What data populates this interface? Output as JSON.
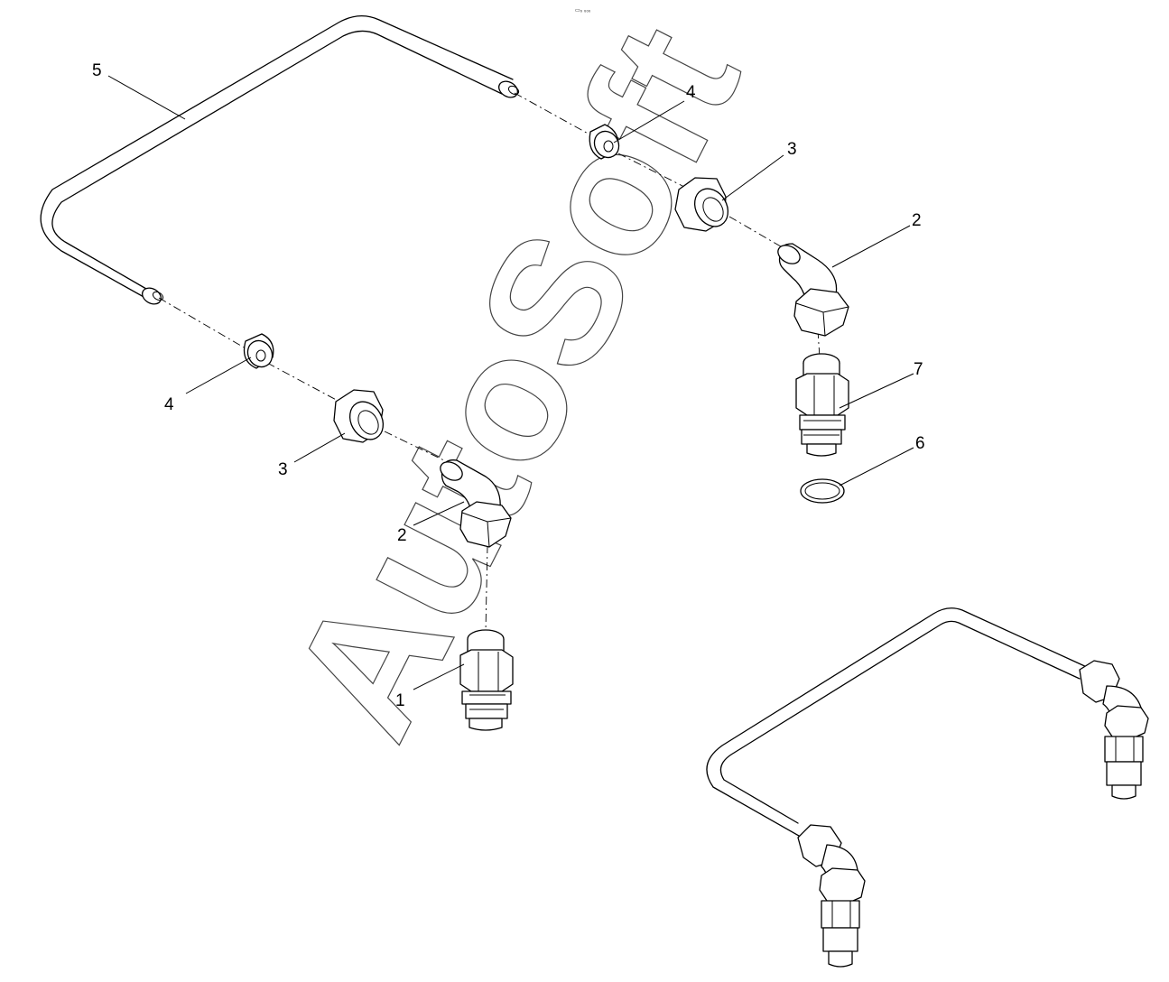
{
  "drawing_ref": "▭₀ ₀₀₀",
  "watermark": "AutoSoft",
  "callouts": {
    "c1": "1",
    "c2_left": "2",
    "c2_right": "2",
    "c3_left": "3",
    "c3_right": "3",
    "c4_left": "4",
    "c4_right": "4",
    "c5": "5",
    "c6": "6",
    "c7": "7"
  },
  "parts": [
    {
      "number": "1",
      "description": "connector fitting (left)"
    },
    {
      "number": "2",
      "description": "elbow fitting with nut"
    },
    {
      "number": "3",
      "description": "nut"
    },
    {
      "number": "4",
      "description": "sleeve / ferrule"
    },
    {
      "number": "5",
      "description": "bent pipe"
    },
    {
      "number": "6",
      "description": "o-ring seal"
    },
    {
      "number": "7",
      "description": "connector fitting (right)"
    }
  ]
}
